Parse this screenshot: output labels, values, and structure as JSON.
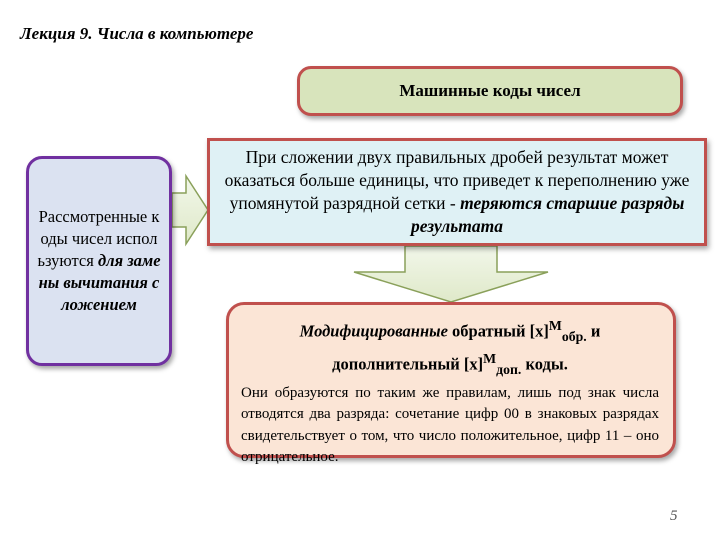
{
  "slide": {
    "lecture_title": "Лекция 9. Числа в компьютере",
    "page_number": "5"
  },
  "heading": {
    "text": "Машинные коды чисел"
  },
  "left_box": {
    "text_plain": "Рассмотренные коды чисел используются ",
    "text_emphasis": "для замены вычитания сложением"
  },
  "top_box": {
    "text_plain": "При сложении двух правильных дробей результат может оказаться больше единицы, что приведет к переполнению уже упомянутой разрядной сетки - ",
    "text_emphasis": "теряются старшие разряды результата"
  },
  "bottom_box": {
    "title_italic": "Модифицированные",
    "title_part1": " обратный [x]",
    "sup1": "M",
    "sub1": "обр.",
    "title_part2": " и дополнительный [x]",
    "sup2": "M",
    "sub2": "доп.",
    "title_part3": " коды.",
    "body": "Они образуются по таким же правилам, лишь под знак числа отводятся два разряда: сочетание цифр 00 в знаковых разрядах свидетельствует о том, что число положительное, цифр 11 – оно отрицательное."
  },
  "colors": {
    "heading_fill": "#d8e4bc",
    "left_fill": "#dbe2f1",
    "left_border": "#7030a0",
    "top_fill": "#dff1f5",
    "bottom_fill": "#fbe5d6",
    "box_border": "#c0504d",
    "arrow_fill": "#e3eed0",
    "arrow_stroke": "#8aa05a"
  }
}
